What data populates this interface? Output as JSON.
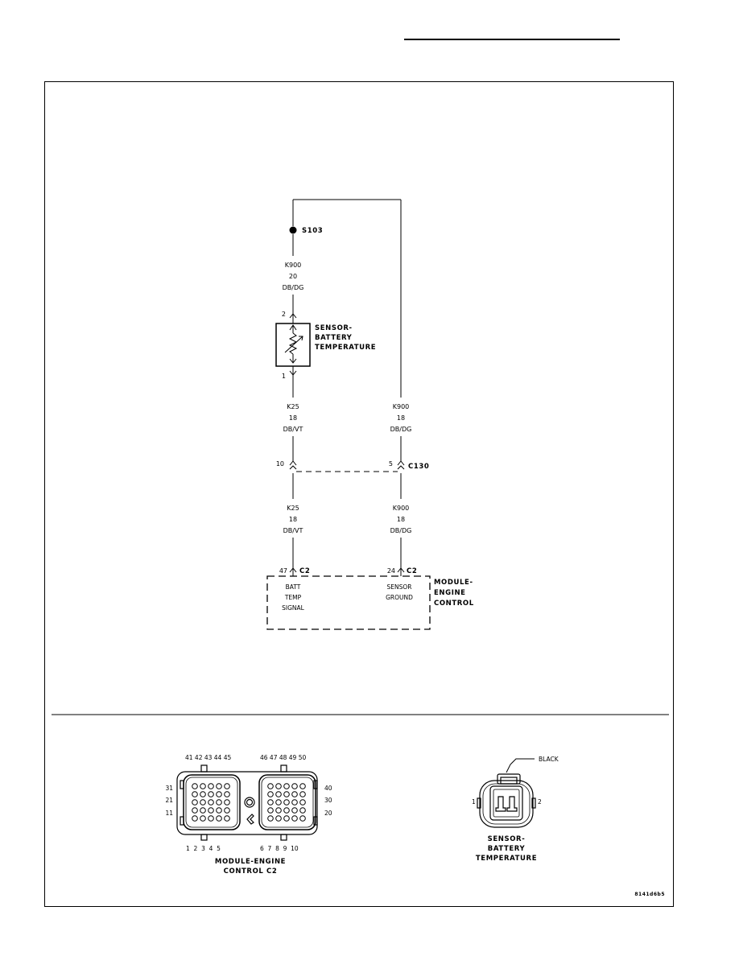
{
  "splice": {
    "id": "S103"
  },
  "wires": {
    "splice_to_sensor": {
      "circuit": "K900",
      "gauge": "20",
      "color": "DB/DG"
    },
    "sensor_to_c130": {
      "circuit": "K25",
      "gauge": "18",
      "color": "DB/VT"
    },
    "ground_upper": {
      "circuit": "K900",
      "gauge": "18",
      "color": "DB/DG"
    },
    "c130_to_pcm_signal": {
      "circuit": "K25",
      "gauge": "18",
      "color": "DB/VT"
    },
    "c130_to_pcm_ground": {
      "circuit": "K900",
      "gauge": "18",
      "color": "DB/DG"
    }
  },
  "sensor": {
    "pin_top": "2",
    "pin_bottom": "1",
    "name_line1": "SENSOR-",
    "name_line2": "BATTERY",
    "name_line3": "TEMPERATURE"
  },
  "c130": {
    "id": "C130",
    "pin_left": "10",
    "pin_right": "5"
  },
  "pcm": {
    "pin_signal": "47",
    "pin_ground": "24",
    "connector": "C2",
    "signal_line1": "BATT",
    "signal_line2": "TEMP",
    "signal_line3": "SIGNAL",
    "ground_line1": "SENSOR",
    "ground_line2": "GROUND",
    "name_line1": "MODULE-",
    "name_line2": "ENGINE",
    "name_line3": "CONTROL"
  },
  "pcm_connector_view": {
    "top_left_pins": "41 42 43 44 45",
    "top_right_pins": "46 47 48 49 50",
    "bottom_left_pins": "1  2  3  4  5",
    "bottom_right_pins": "6  7  8  9  10",
    "left_rows": [
      "31",
      "21",
      "11"
    ],
    "right_rows": [
      "40",
      "30",
      "20"
    ],
    "caption_line1": "MODULE-ENGINE",
    "caption_line2": "CONTROL C2"
  },
  "sensor_connector_view": {
    "color_label": "BLACK",
    "pin_left": "1",
    "pin_right": "2",
    "caption_line1": "SENSOR-",
    "caption_line2": "BATTERY",
    "caption_line3": "TEMPERATURE"
  },
  "figure_id": "8141d6b5"
}
